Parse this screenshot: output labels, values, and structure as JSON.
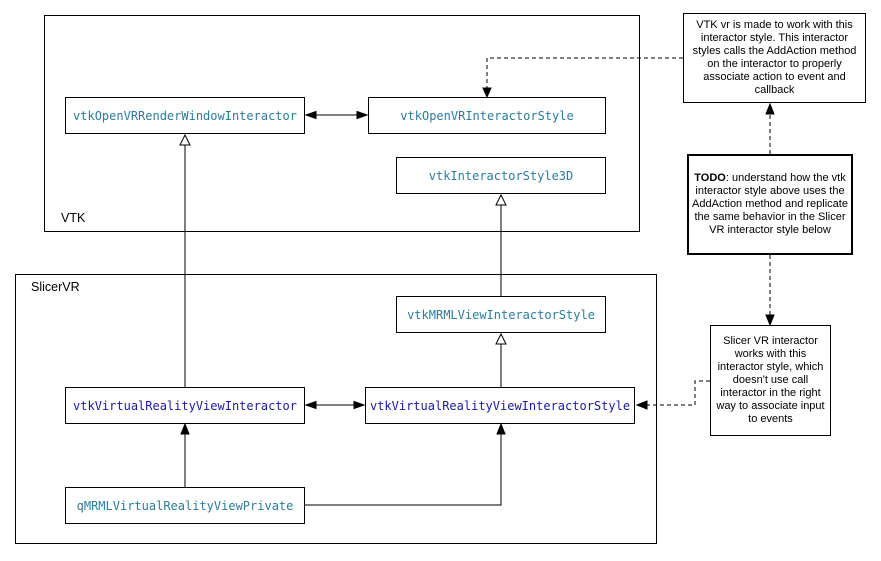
{
  "groups": {
    "vtk": {
      "label": "VTK"
    },
    "slicervr": {
      "label": "SlicerVR"
    }
  },
  "nodes": {
    "openvr_render_window_interactor": {
      "label": "vtkOpenVRRenderWindowInteractor",
      "color": "#2b7c9d"
    },
    "openvr_interactor_style": {
      "label": "vtkOpenVRInteractorStyle",
      "color": "#2b7c9d"
    },
    "interactor_style_3d": {
      "label": "vtkInteractorStyle3D",
      "color": "#2b7c9d"
    },
    "mrml_view_interactor_style": {
      "label": "vtkMRMLViewInteractorStyle",
      "color": "#2b7c9d"
    },
    "virtual_reality_view_interactor": {
      "label": "vtkVirtualRealityViewInteractor",
      "color": "#1a1aa6"
    },
    "virtual_reality_view_interactor_style": {
      "label": "vtkVirtualRealityViewInteractorStyle",
      "color": "#1a1aa6"
    },
    "qmrml_virtual_reality_view_private": {
      "label": "qMRMLVirtualRealityViewPrivate",
      "color": "#2b7c9d"
    }
  },
  "notes": {
    "vtk_note": {
      "text": "VTK vr is made to work with this interactor style. This interactor styles calls the AddAction method on the interactor to properly associate action to event and callback"
    },
    "todo_note": {
      "label": "TODO",
      "text": ": understand how the vtk interactor style above uses the AddAction method and replicate the same behavior in the Slicer VR interactor style below"
    },
    "slicer_note": {
      "text": "Slicer VR interactor works with this interactor style, which doesn't use call interactor in the right way to associate input to events"
    }
  },
  "colors": {
    "class_name_teal": "#2b7c9d",
    "class_name_navy": "#1a1aa6",
    "line": "#000000",
    "background": "#ffffff"
  }
}
